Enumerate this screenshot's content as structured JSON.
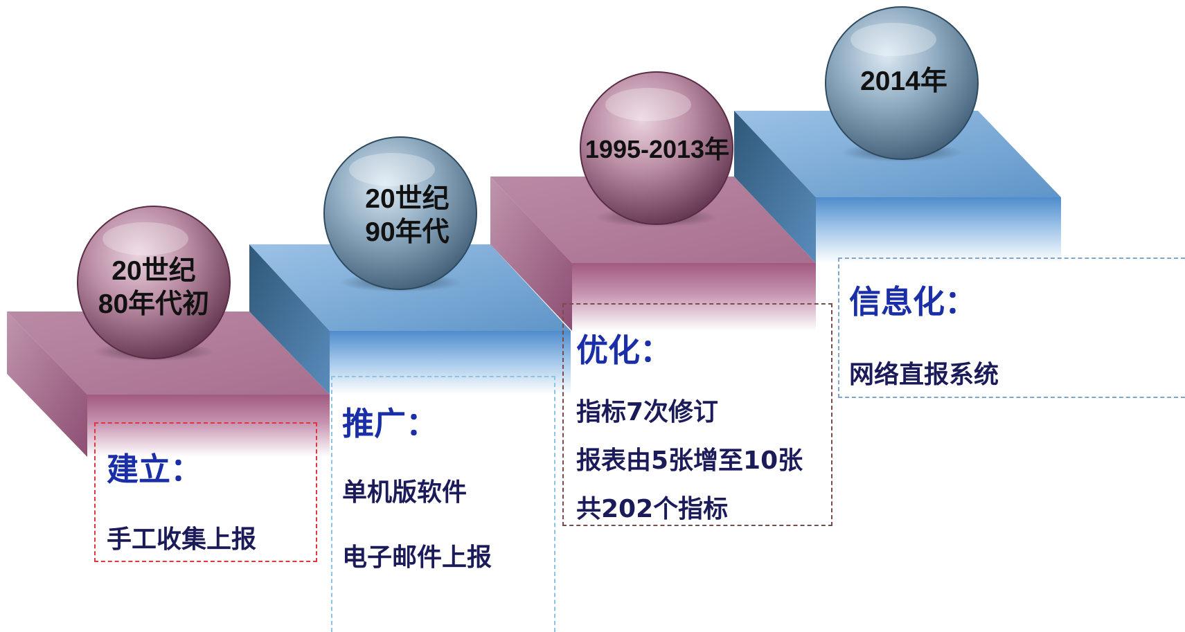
{
  "steps": [
    {
      "era": [
        "20世纪",
        "80年代初"
      ],
      "title": "建立：",
      "items": [
        "手工收集上报"
      ]
    },
    {
      "era": [
        "20世纪",
        "90年代"
      ],
      "title": "推广：",
      "items": [
        "单机版软件",
        "电子邮件上报"
      ]
    },
    {
      "era": [
        "1995-2013年"
      ],
      "title": "优化：",
      "items": [
        "指标7次修订",
        "报表由5张增至10张",
        "共202个指标"
      ]
    },
    {
      "era": [
        "2014年"
      ],
      "title": "信息化：",
      "items": [
        "网络直报系统"
      ]
    }
  ],
  "colors": {
    "mauve": "#a86f8f",
    "blue": "#5f95c8",
    "title": "#1a2ea8",
    "item": "#1b1b5a"
  }
}
